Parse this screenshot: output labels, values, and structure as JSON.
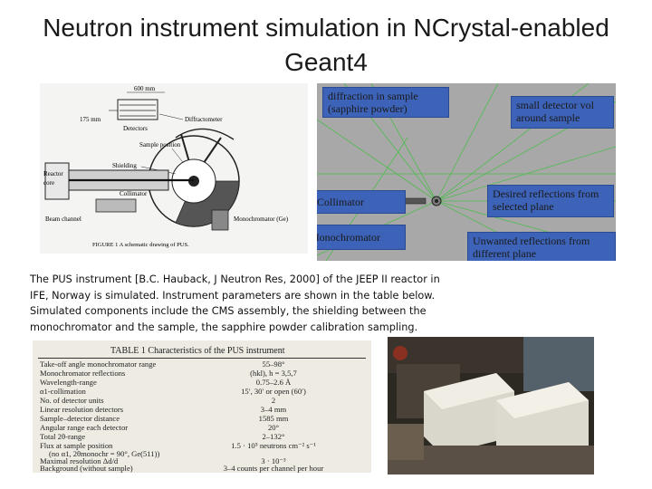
{
  "title": "Neutron instrument simulation in NCrystal-enabled Geant4",
  "schematic": {
    "dim_600": "600 mm",
    "dim_175": "175 mm",
    "diffractometer": "Diffractometer",
    "detectors": "Detectors",
    "sample_position": "Sample position",
    "shielding": "Shielding",
    "reactor": "Reactor",
    "core": "core",
    "collimator": "Collimator",
    "beam_channel": "Beam channel",
    "monochromator": "Monochromator (Ge)",
    "caption": "FIGURE 1  A schematic drawing of PUS."
  },
  "sim_labels": {
    "diffraction": "diffraction in sample (sapphire powder)",
    "small_detector": "small detector vol around sample",
    "collimator": "Collimator",
    "desired": "Desired reflections from selected plane",
    "monochromator": "Monochromator",
    "unwanted": "Unwanted reflections from different plane"
  },
  "description": "The PUS instrument [B.C. Hauback, J Neutron Res, 2000] of the JEEP II reactor in IFE, Norway is simulated. Instrument parameters are shown in the table below. Simulated components include the CMS assembly, the shielding between the monochromator and the sample, the sapphire powder calibration sampling.",
  "table": {
    "title": "TABLE 1   Characteristics of the PUS instrument",
    "rows": [
      {
        "param": "Take-off angle monochromator range",
        "value": "55–98°"
      },
      {
        "param": "Monochromator reflections",
        "value": "(hkl), h = 3,5,7"
      },
      {
        "param": "Wavelength-range",
        "value": "0.75–2.6 Å"
      },
      {
        "param": "α1-collimation",
        "value": "15′, 30′ or open (60′)"
      },
      {
        "param": "No. of detector units",
        "value": "2"
      },
      {
        "param": "Linear resolution detectors",
        "value": "3–4 mm"
      },
      {
        "param": "Sample–detector distance",
        "value": "1585 mm"
      },
      {
        "param": "Angular range each detector",
        "value": "20°"
      },
      {
        "param": "Total 2θ-range",
        "value": "2–132°"
      },
      {
        "param": "Flux at sample position",
        "value": "1.5 · 10⁵ neutrons cm⁻² s⁻¹"
      },
      {
        "param": "(no α1, 2θmonochr = 90°, Ge(511))",
        "value": ""
      },
      {
        "param": "Maximal resolution Δd/d",
        "value": "3 · 10⁻³"
      },
      {
        "param": "Background (without sample)",
        "value": "3–4 counts per channel per hour"
      }
    ]
  }
}
